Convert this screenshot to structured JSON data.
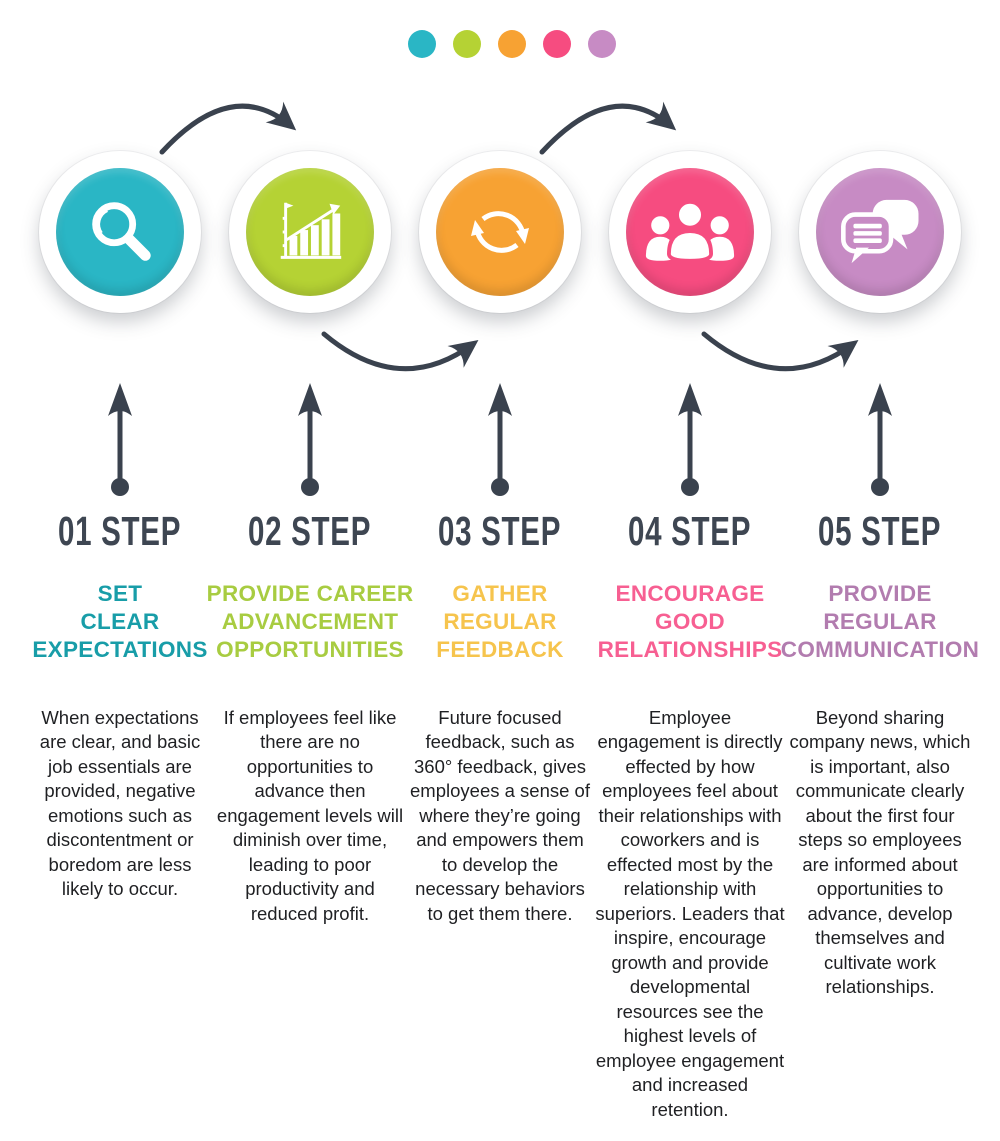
{
  "palette": {
    "arrow": "#3a424e",
    "step_label_color": "#3e4652",
    "body_text_color": "#1f2023",
    "dots": [
      "#2ab6c5",
      "#b5d234",
      "#f7a233",
      "#f64c80",
      "#c78bc4"
    ]
  },
  "steps": [
    {
      "label": "01 STEP",
      "icon": "magnifier-icon",
      "circle_color": "#2ab6c5",
      "title_color": "#189da8",
      "title_lines": [
        "SET",
        "CLEAR",
        "EXPECTATIONS"
      ],
      "body": "When expectations are clear, and basic job essentials are provided, negative emotions such as discontentment or boredom are less likely to occur."
    },
    {
      "label": "02 STEP",
      "icon": "bar-chart-icon",
      "circle_color": "#b5d234",
      "title_color": "#a8cc41",
      "title_lines": [
        "PROVIDE CAREER",
        "ADVANCEMENT",
        "OPPORTUNITIES"
      ],
      "body": "If employees feel like there are no opportunities to advance then engagement levels will diminish over time, leading to poor productivity and reduced profit."
    },
    {
      "label": "03 STEP",
      "icon": "sync-arrows-icon",
      "circle_color": "#f7a233",
      "title_color": "#f6c44d",
      "title_lines": [
        "GATHER",
        "REGULAR",
        "FEEDBACK"
      ],
      "body": "Future focused feedback, such as 360° feedback, gives employees a sense of where they’re going and empowers them to develop the necessary behaviors to get them there."
    },
    {
      "label": "04 STEP",
      "icon": "people-group-icon",
      "circle_color": "#f64c80",
      "title_color": "#f75f92",
      "title_lines": [
        "ENCOURAGE",
        "GOOD",
        "RELATIONSHIPS"
      ],
      "body": "Employee engagement is directly effected by how employees feel about their relationships with coworkers and is effected most by the relationship with superiors. Leaders that inspire, encourage growth and provide developmental resources see the highest levels of employee engagement and increased retention."
    },
    {
      "label": "05 STEP",
      "icon": "speech-bubbles-icon",
      "circle_color": "#c78bc4",
      "title_color": "#b27caf",
      "title_lines": [
        "PROVIDE",
        "REGULAR",
        "COMMUNICATION"
      ],
      "body": "Beyond sharing company news, which is important, also communicate clearly about the first four steps so employees are informed about opportunities to advance, develop themselves and cultivate work relationships."
    }
  ]
}
